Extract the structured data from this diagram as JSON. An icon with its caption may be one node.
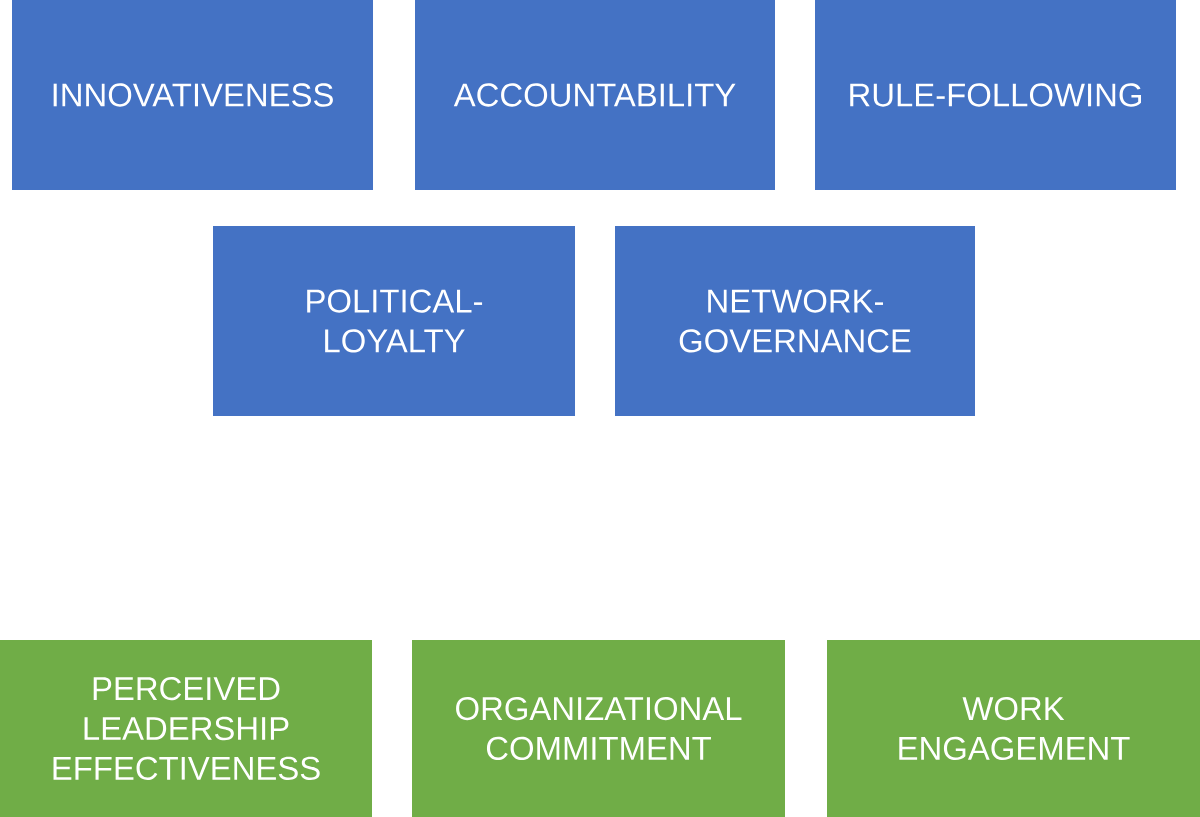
{
  "diagram": {
    "nodes": [
      {
        "text": [
          "INNOVATIVENESS"
        ]
      },
      {
        "text": [
          "ACCOUNTABILITY"
        ]
      },
      {
        "text": [
          "RULE-FOLLOWING"
        ]
      },
      {
        "text": [
          "POLITICAL- LOYALTY"
        ]
      },
      {
        "text": [
          "NETWORK- GOVERNANCE"
        ]
      },
      {
        "text": [
          "PERCEIVED LEADERSHIP EFFECTIVENESS"
        ]
      },
      {
        "text": [
          "ORGANIZATIONAL COMMITMENT"
        ]
      },
      {
        "text": [
          "WORK ENGAGEMENT"
        ]
      }
    ]
  }
}
